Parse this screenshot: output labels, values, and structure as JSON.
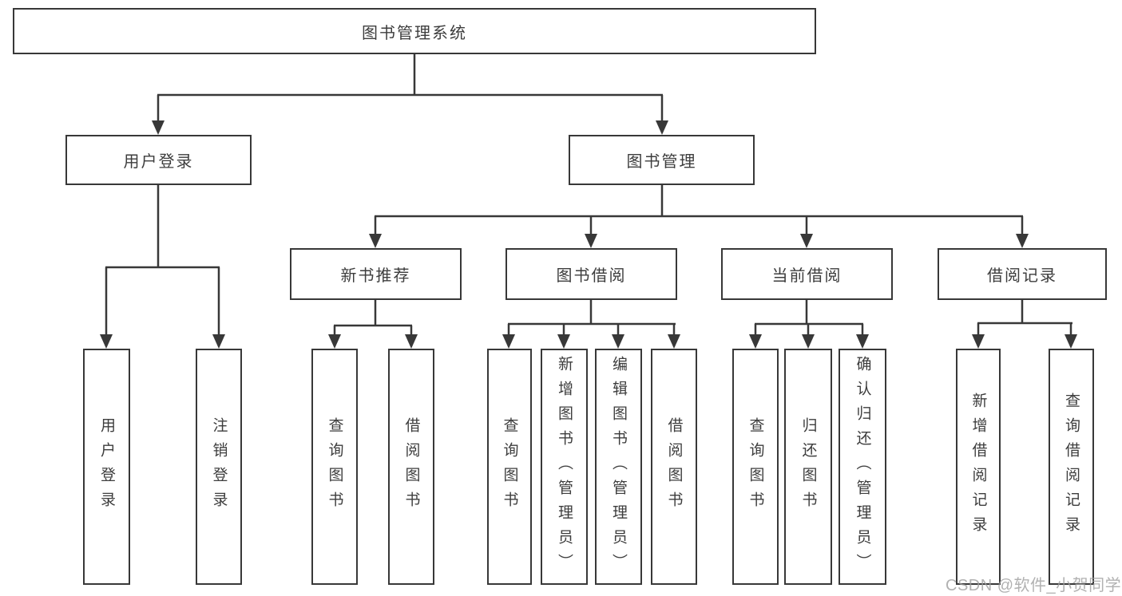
{
  "nodes": {
    "root": "图书管理系统",
    "user_login": "用户登录",
    "book_management": "图书管理",
    "new_book_recommend": "新书推荐",
    "book_borrow": "图书借阅",
    "current_borrow": "当前借阅",
    "borrow_record": "借阅记录",
    "leaf_user_login": "用户登录",
    "leaf_logout_login": "注销登录",
    "leaf_query_book_recommend": "查询图书",
    "leaf_borrow_book_recommend": "借阅图书",
    "leaf_query_book_borrow": "查询图书",
    "leaf_add_book_admin": "新增图书（管理员）",
    "leaf_edit_book_admin": "编辑图书（管理员）",
    "leaf_borrow_book": "借阅图书",
    "leaf_query_book_current": "查询图书",
    "leaf_return_book": "归还图书",
    "leaf_confirm_return_admin": "确认归还（管理员）",
    "leaf_add_borrow_record": "新增借阅记录",
    "leaf_query_borrow_record": "查询借阅记录"
  },
  "watermark": "CSDN @软件_小贺同学",
  "colors": {
    "line": "#383838",
    "border": "#383838",
    "text": "#3d3d3d",
    "watermark": "#9e9e9e",
    "background": "#ffffff"
  }
}
